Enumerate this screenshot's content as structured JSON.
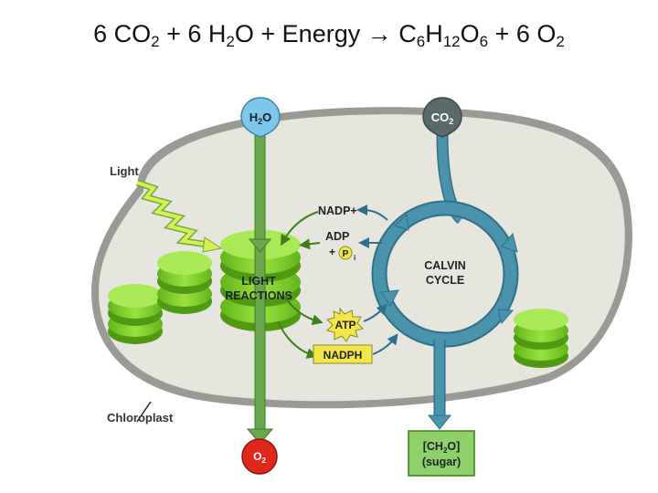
{
  "equation": {
    "part1": "6 CO",
    "part1_sub": "2",
    "part2": " + 6 H",
    "part2_sub": "2",
    "part3": "O + Energy ",
    "arrow": "→",
    "part4": " C",
    "part4_sub": "6",
    "part5": "H",
    "part5_sub": "12",
    "part6": "O",
    "part6_sub": "6",
    "part7": " + 6 O",
    "part7_sub": "2"
  },
  "diagram": {
    "h2o": {
      "main": "H",
      "sub": "2",
      "tail": "O"
    },
    "co2": {
      "main": "CO",
      "sub": "2"
    },
    "o2": {
      "main": "O",
      "sub": "2"
    },
    "light": "Light",
    "nadp_plus": "NADP+",
    "adp": "ADP",
    "plus": "+",
    "pi": "P",
    "pi_sub": "i",
    "light_reactions_1": "LIGHT",
    "light_reactions_2": "REACTIONS",
    "calvin_1": "CALVIN",
    "calvin_2": "CYCLE",
    "atp": "ATP",
    "nadph": "NADPH",
    "chloroplast": "Chloroplast",
    "sugar_1": "[CH",
    "sugar_1_sub": "2",
    "sugar_1_tail": "O]",
    "sugar_2": "(sugar)"
  },
  "colors": {
    "stroma": "#e6e6df",
    "membrane": "#9a9a94",
    "thylakoid": "#7ed321",
    "thylakoid_dark": "#4f9a12",
    "water_blue": "#7ec7e8",
    "co2_dark": "#5a6a6a",
    "cycle_blue": "#4a93ad",
    "arrow_green": "#6aa84f",
    "o2_red": "#e0271b",
    "atp_yellow": "#f3e64a",
    "sugar_green": "#8ed16b",
    "light_yellow": "#d9f04a"
  }
}
